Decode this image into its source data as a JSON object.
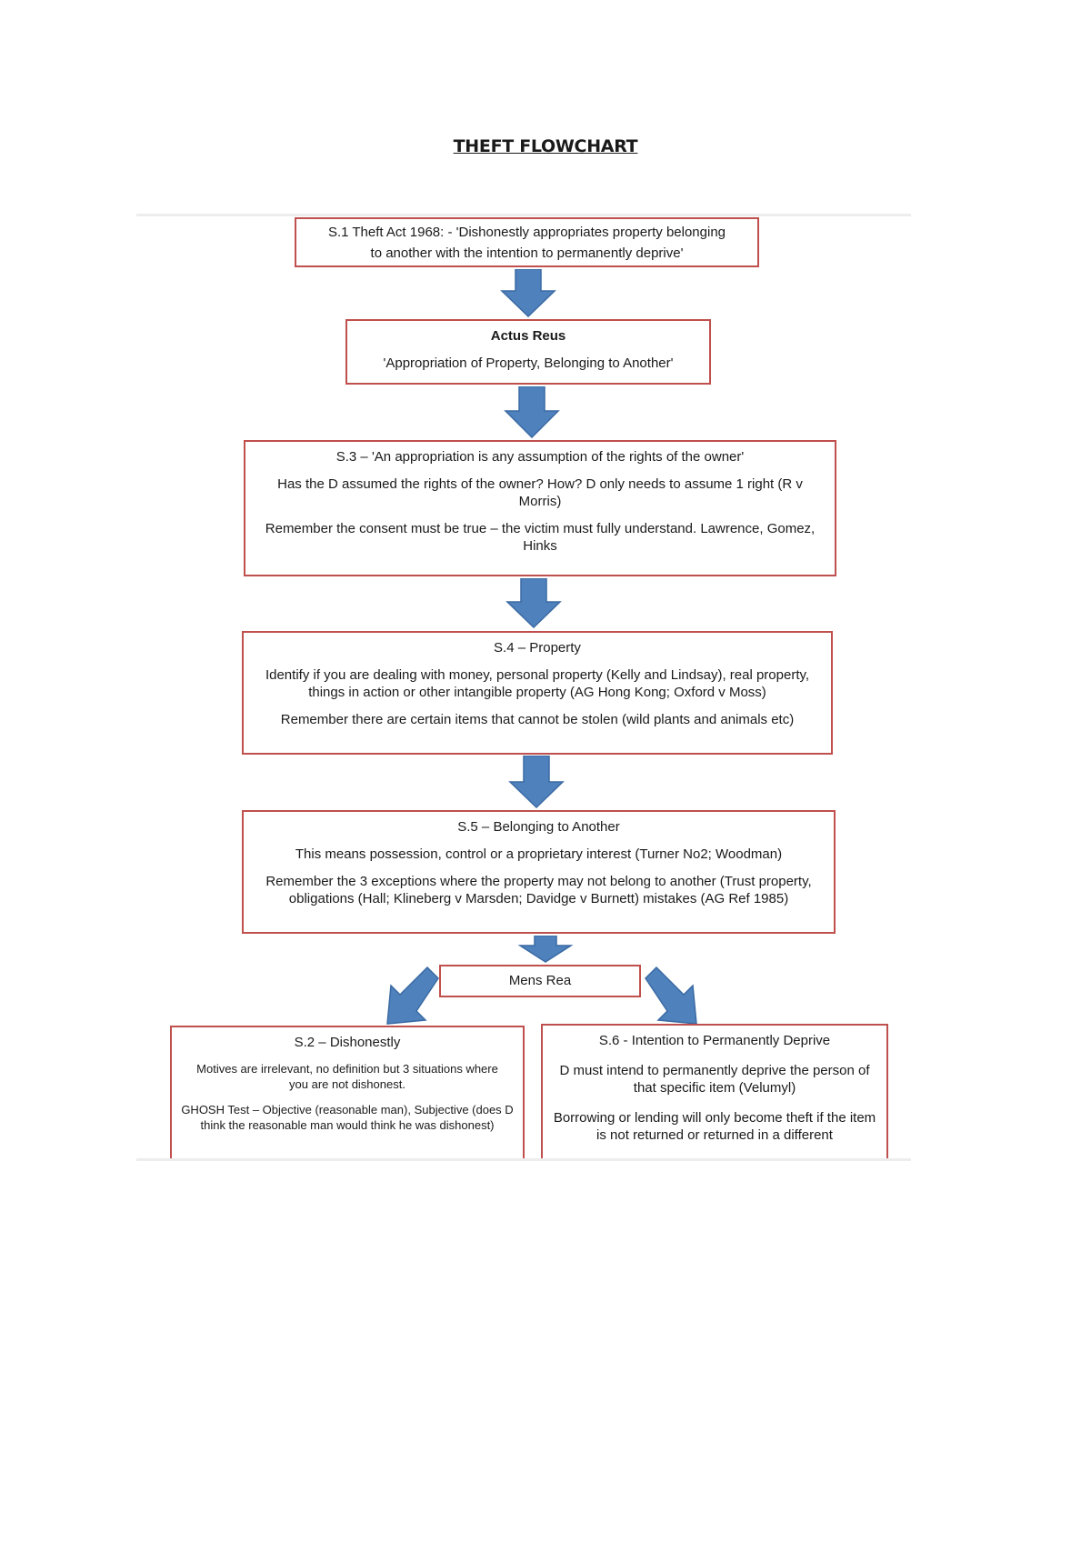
{
  "title": "THEFT FLOWCHART",
  "boxes": {
    "s1": {
      "line1": "S.1 Theft Act 1968: - 'Dishonestly appropriates property belonging",
      "line2": "to another with the intention to permanently deprive'"
    },
    "actus_reus": {
      "heading": "Actus Reus",
      "text": "'Appropriation of Property, Belonging to Another'"
    },
    "s3": {
      "heading": "S.3 – 'An appropriation is any assumption of the rights of the owner'",
      "para1": "Has the D assumed the rights of the owner? How? D only needs to assume 1 right (R v Morris)",
      "para2": "Remember the consent must be true – the victim must fully understand. Lawrence, Gomez, Hinks"
    },
    "s4": {
      "heading": "S.4 – Property",
      "para1": "Identify if you are dealing with money, personal property (Kelly and Lindsay), real property, things in action or other intangible property (AG Hong Kong; Oxford v Moss)",
      "para2": "Remember there are certain items that cannot be stolen (wild plants and animals etc)"
    },
    "s5": {
      "heading": "S.5 – Belonging to Another",
      "para1": "This means possession, control or a proprietary interest (Turner No2; Woodman)",
      "para2": "Remember the 3 exceptions where the property may not belong to another (Trust property, obligations (Hall; Klineberg v Marsden; Davidge v Burnett) mistakes (AG Ref 1985)"
    },
    "mens_rea": {
      "heading": "Mens Rea"
    },
    "s2": {
      "heading": "S.2 – Dishonestly",
      "para1": "Motives are irrelevant, no definition but 3 situations where you are not dishonest.",
      "para2": "GHOSH Test – Objective (reasonable man), Subjective (does D think the reasonable man would think he was dishonest)"
    },
    "s6": {
      "heading": "S.6 - Intention to Permanently Deprive",
      "para1": "D must intend to permanently deprive the person of that specific item (Velumyl)",
      "para2": "Borrowing or lending will only become theft if the item is not returned or returned in a different"
    }
  },
  "colors": {
    "box_border": "#c0504d",
    "arrow_fill": "#4f81bd",
    "arrow_stroke": "#3a6aa3",
    "frame_line": "#ededed"
  }
}
